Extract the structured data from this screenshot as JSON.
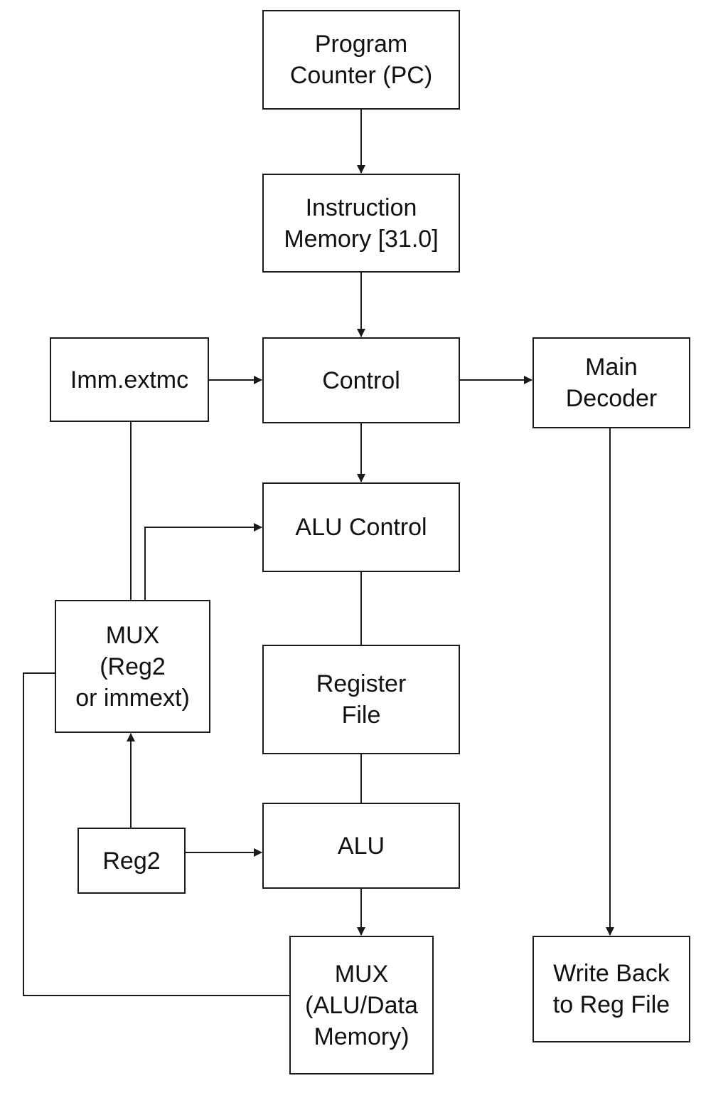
{
  "blocks": {
    "pc": {
      "lines": [
        "Program",
        "Counter (PC)"
      ]
    },
    "imem": {
      "lines": [
        "Instruction",
        "Memory [31.0]"
      ]
    },
    "control": {
      "lines": [
        "Control"
      ]
    },
    "imm": {
      "lines": [
        "Imm.extmc"
      ]
    },
    "decoder": {
      "lines": [
        "Main",
        "Decoder"
      ]
    },
    "aluctl": {
      "lines": [
        "ALU Control"
      ]
    },
    "mux1": {
      "lines": [
        "MUX",
        "(Reg2",
        "or immext)"
      ]
    },
    "regfile": {
      "lines": [
        "Register",
        "File"
      ]
    },
    "reg2": {
      "lines": [
        "Reg2"
      ]
    },
    "alu": {
      "lines": [
        "ALU"
      ]
    },
    "mux2": {
      "lines": [
        "MUX",
        "(ALU/Data",
        "Memory)"
      ]
    },
    "writeback": {
      "lines": [
        "Write Back",
        "to Reg File"
      ]
    }
  },
  "colors": {
    "line": "#1a1a1a",
    "background": "#ffffff"
  }
}
